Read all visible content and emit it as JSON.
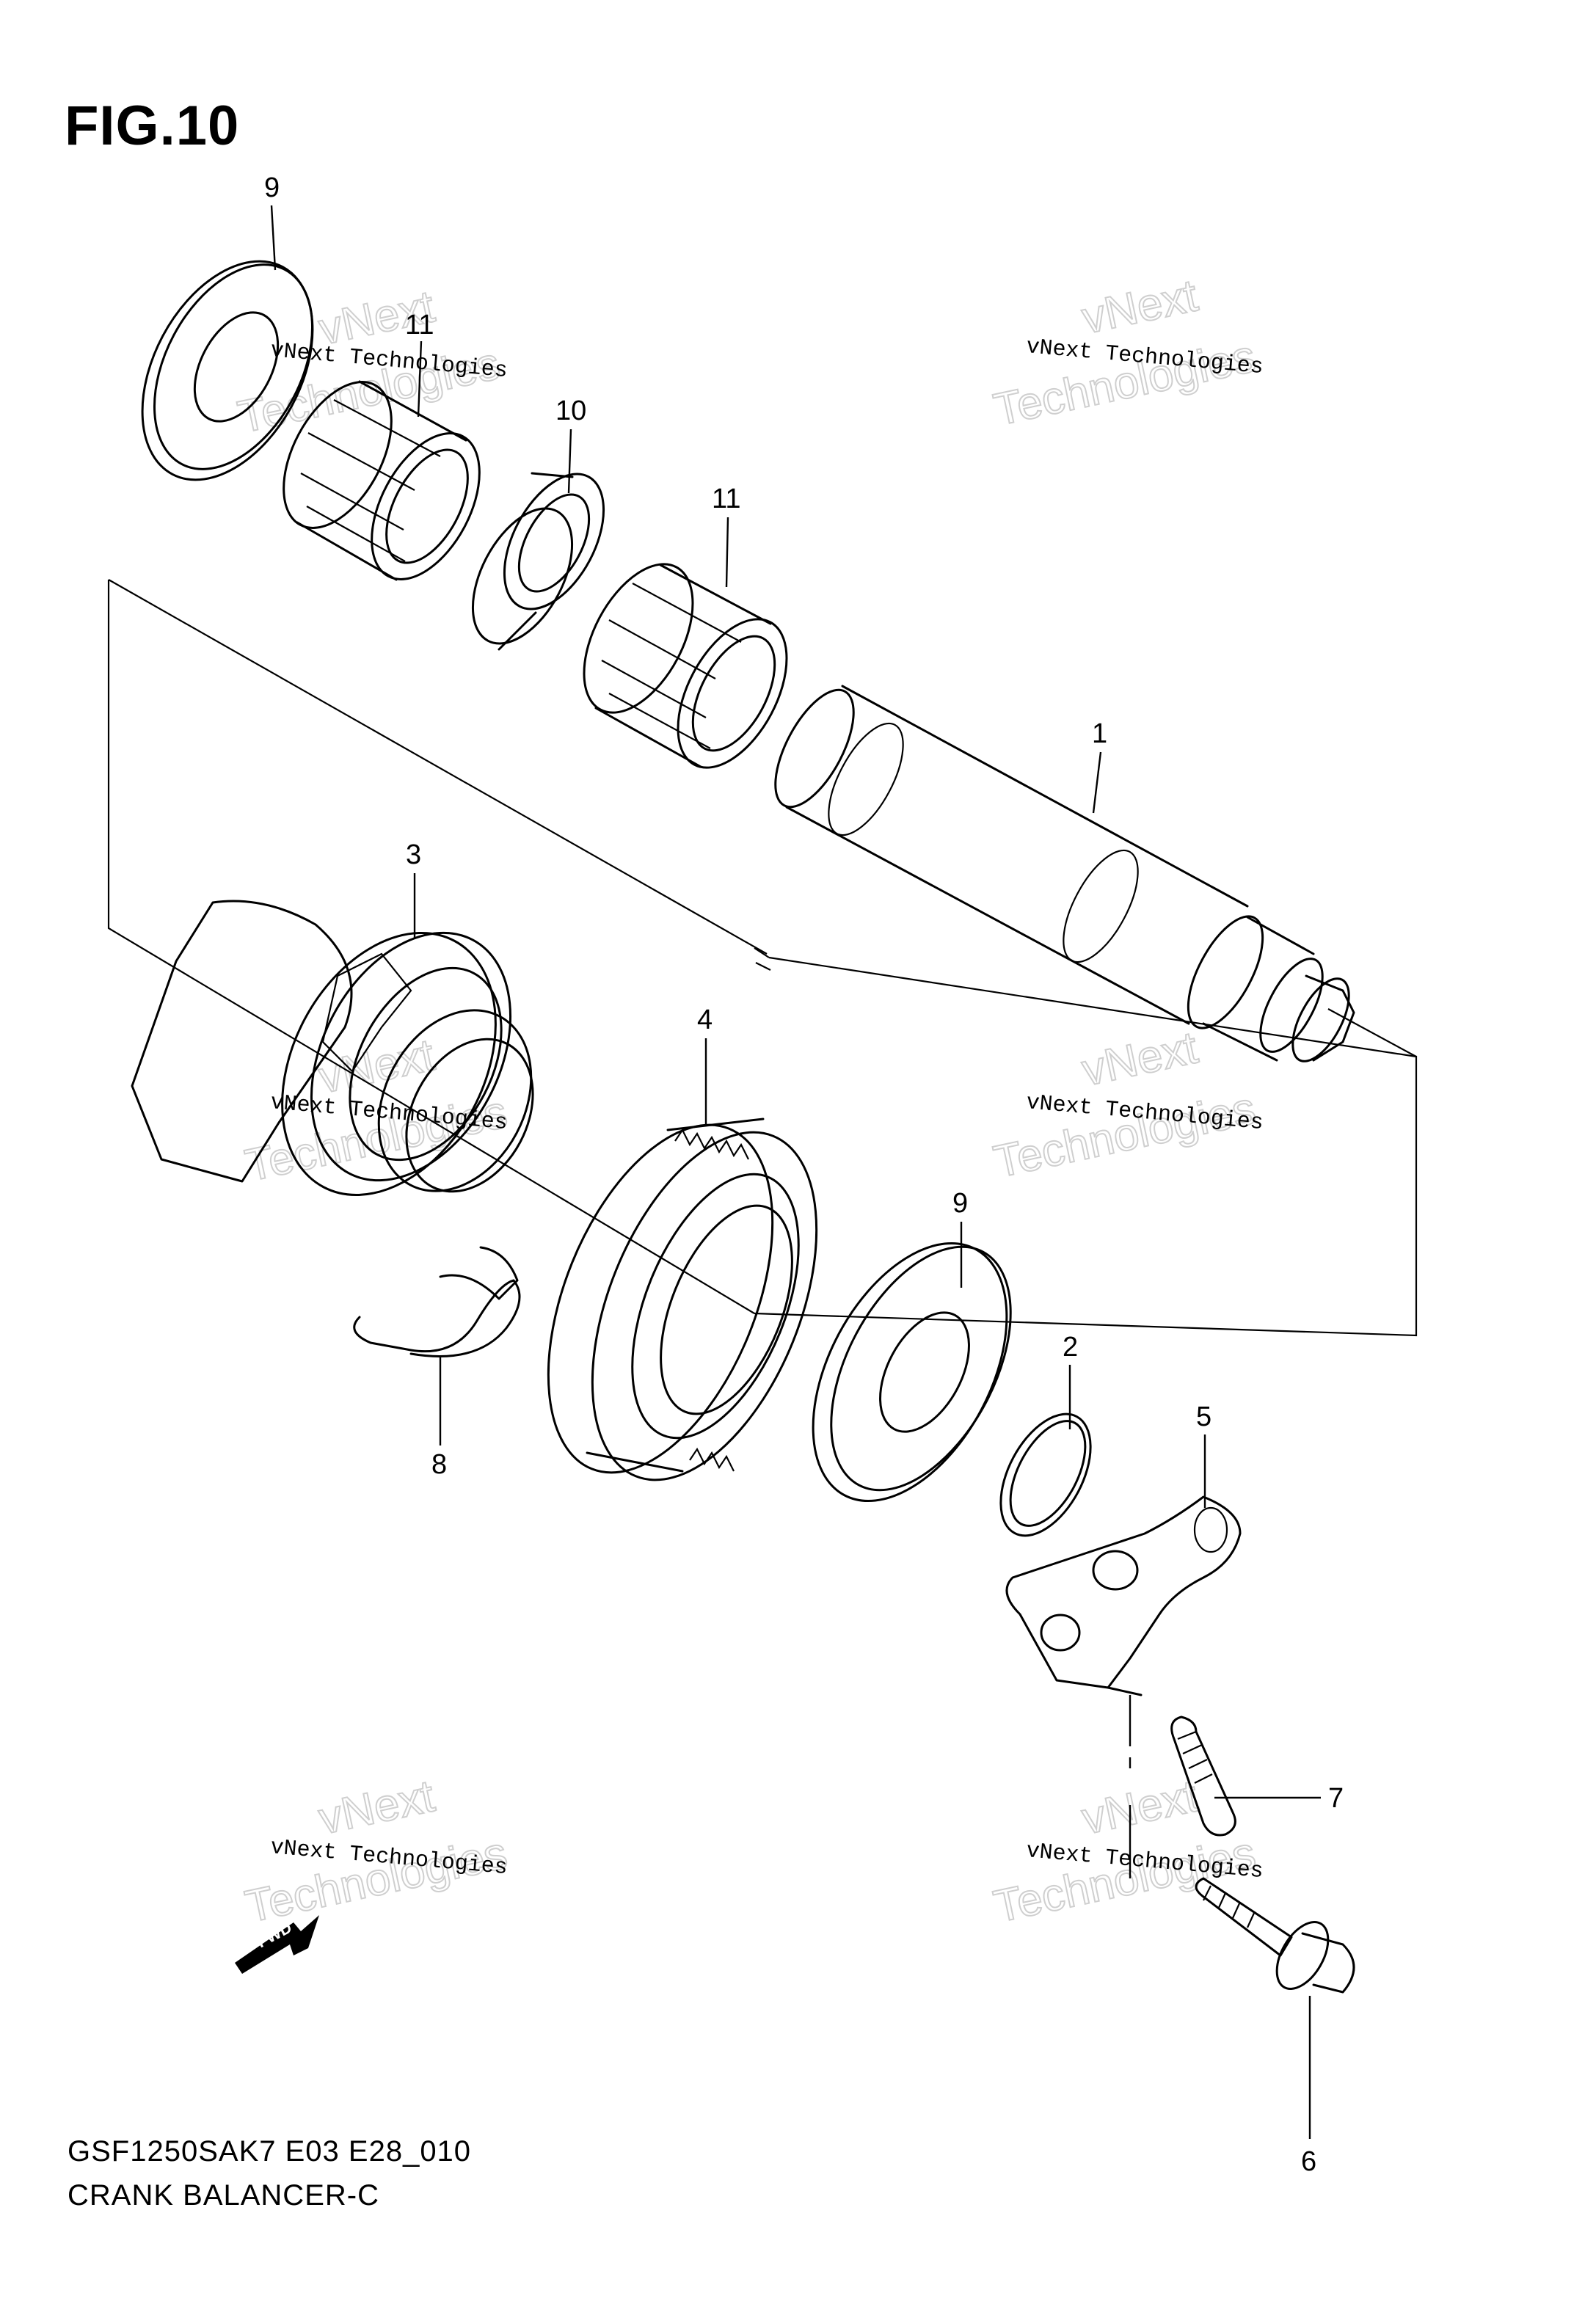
{
  "figure": {
    "title": "FIG.10",
    "model_code": "GSF1250SAK7 E03 E28_010",
    "caption": "CRANK BALANCER-C"
  },
  "callouts": [
    {
      "id": "c9a",
      "label": "9"
    },
    {
      "id": "c11a",
      "label": "11"
    },
    {
      "id": "c10",
      "label": "10"
    },
    {
      "id": "c11b",
      "label": "11"
    },
    {
      "id": "c1",
      "label": "1"
    },
    {
      "id": "c3",
      "label": "3"
    },
    {
      "id": "c4",
      "label": "4"
    },
    {
      "id": "c9b",
      "label": "9"
    },
    {
      "id": "c2",
      "label": "2"
    },
    {
      "id": "c5",
      "label": "5"
    },
    {
      "id": "c8",
      "label": "8"
    },
    {
      "id": "c7",
      "label": "7"
    },
    {
      "id": "c6",
      "label": "6"
    }
  ],
  "watermark": {
    "line1": "vNext Technologies",
    "line2": "vNext",
    "line3": "Technologies"
  },
  "direction_arrow": {
    "label": "FWD"
  }
}
